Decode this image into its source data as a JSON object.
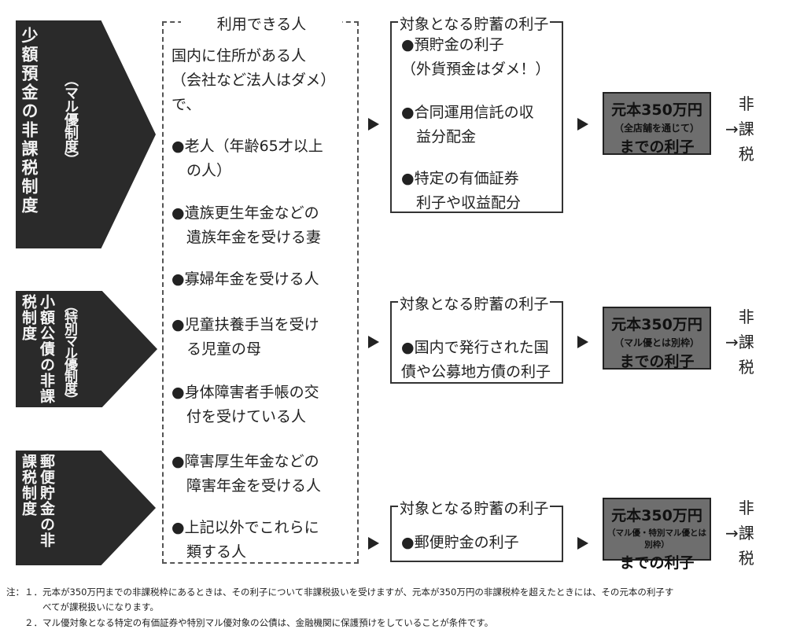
{
  "systems": [
    {
      "name": "少額預金の非課税制度",
      "sub": "（マル優制度）"
    },
    {
      "name": "小額公債の非課税制度",
      "sub": "（特別マル優制度）"
    },
    {
      "name": "郵便貯金の非課税制度",
      "sub": ""
    }
  ],
  "eligible": {
    "title": "利用できる人",
    "intro": "国内に住所がある人\n（会社など法人はダメ）\nで、",
    "items": [
      "●老人（年齢65才以上\n　の人）",
      "●遺族更生年金などの\n　遺族年金を受ける妻",
      "●寡婦年金を受ける人",
      "●児童扶養手当を受け\n　る児童の母",
      "●身体障害者手帳の交\n　付を受けている人",
      "●障害厚生年金などの\n　障害年金を受ける人",
      "●上記以外でこれらに\n　類する人"
    ]
  },
  "targets": [
    {
      "title": "対象となる貯蓄の利子",
      "items": [
        "●預貯金の利子\n（外貨預金はダメ！）",
        "●合同運用信託の収\n　益分配金",
        "●特定の有価証券\n　利子や収益配分"
      ],
      "limit_main": "元本350万円",
      "limit_note": "（全店舗を通じて）",
      "limit_end": "までの利子",
      "result": "非\n→課\n税"
    },
    {
      "title": "対象となる貯蓄の利子",
      "items": [
        "●国内で発行された国\n債や公募地方債の利子"
      ],
      "limit_main": "元本350万円",
      "limit_note": "（マル優とは別枠）",
      "limit_end": "までの利子",
      "result": "非\n→課\n税"
    },
    {
      "title": "対象となる貯蓄の利子",
      "items": [
        "●郵便貯金の利子"
      ],
      "limit_main": "元本350万円",
      "limit_note": "（マル優・特別マル優とは別枠）",
      "limit_end": "までの利子",
      "result": "非\n→課\n税"
    }
  ],
  "notes": [
    "注：１．元本が350万円までの非課税枠にあるときは、その利子について非課税扱いを受けますが、元本が350万円の非課税枠を超えたときには、その元本の利子す",
    "　　　　べてが課税扱いになります。",
    "　　２．マル優対象となる特定の有価証券や特別マル優対象の公債は、金融機関に保護預けをしていることが条件です。"
  ]
}
